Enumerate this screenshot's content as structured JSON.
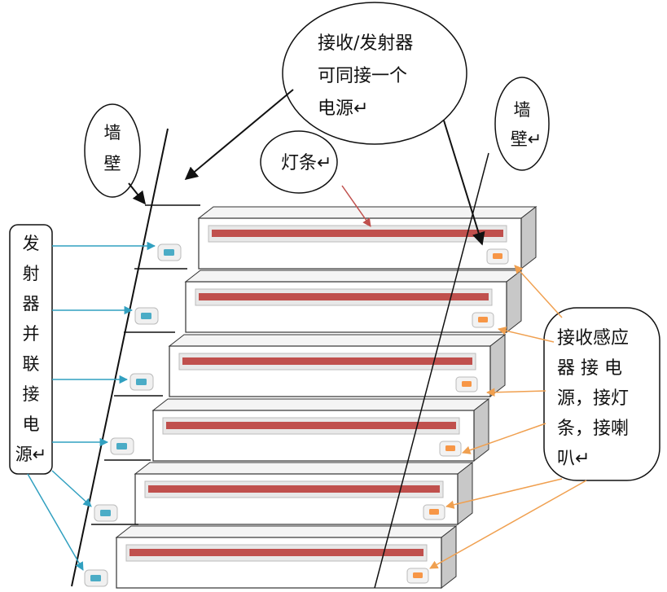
{
  "labels": {
    "wall_left": [
      "墙",
      "壁"
    ],
    "wall_right": [
      "墙",
      "壁↵"
    ],
    "transceiver_power": [
      "接收/发射器",
      "可同接一个",
      "电源↵"
    ],
    "light_strip": "灯条↵",
    "emitters_parallel": [
      "发",
      "射",
      "器",
      "并",
      "联",
      "接",
      "电",
      "源↵"
    ],
    "receiver_connections": [
      "接收感应",
      "器 接 电",
      "源，接灯",
      "条，接喇",
      "叭↵"
    ]
  },
  "colors": {
    "light_strip": "#c0504d",
    "emitter": "#4bacc6",
    "receiver": "#f79646",
    "emitter_arrow": "#31a0c0",
    "receiver_arrow": "#f0a050",
    "step_side": "#c8c8c8"
  },
  "steps": {
    "count": 6
  }
}
